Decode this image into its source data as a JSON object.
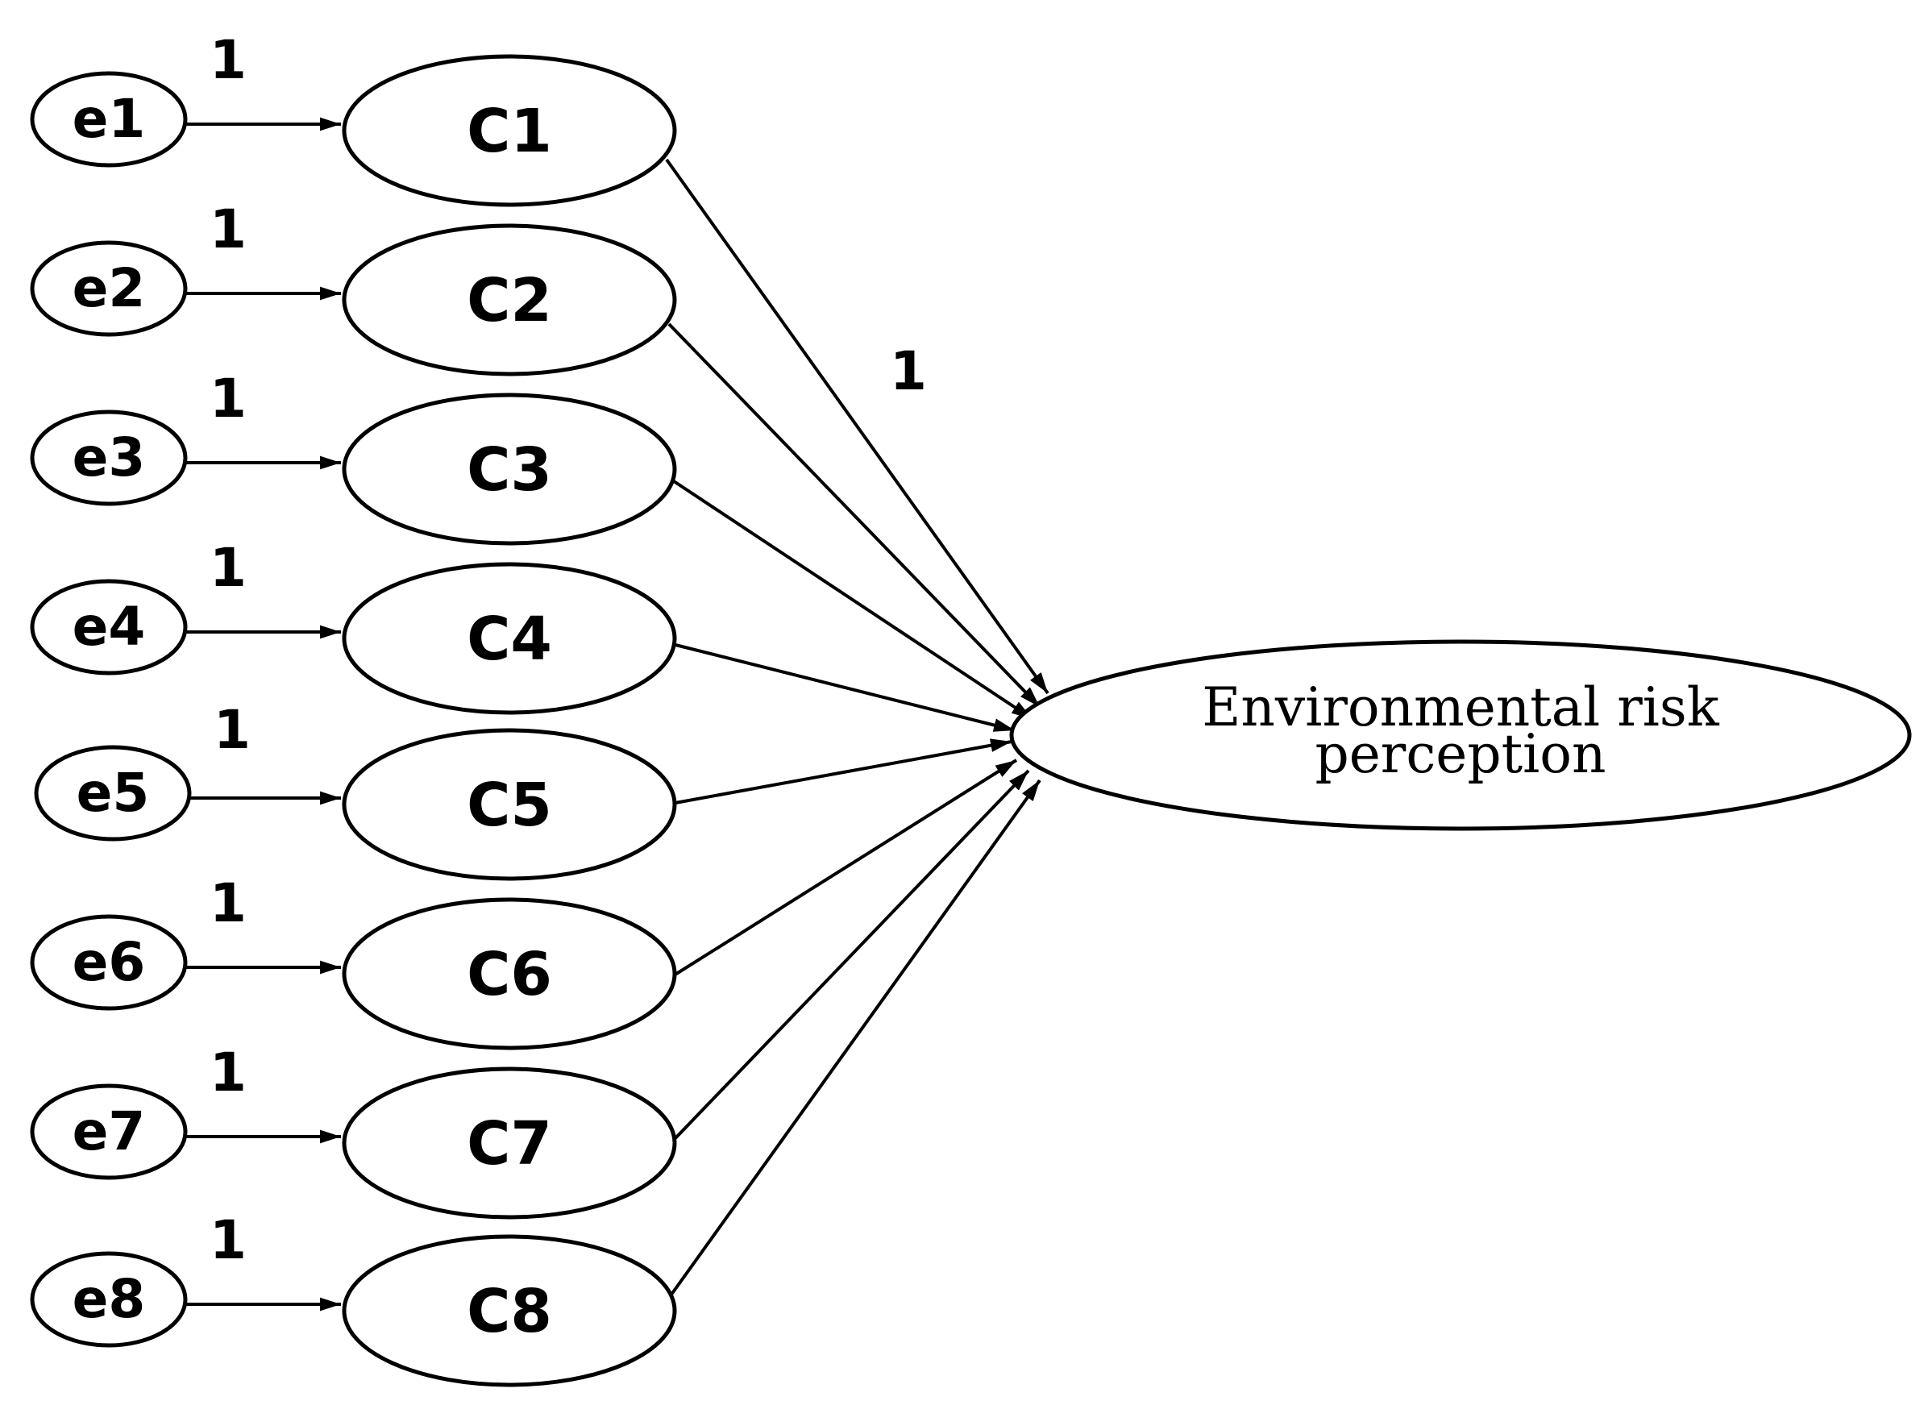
{
  "latent": {
    "label_line1": "Environmental risk",
    "label_line2": "perception"
  },
  "indicators": [
    {
      "id": "C1",
      "label": "C1",
      "error": "e1",
      "error_weight": "1"
    },
    {
      "id": "C2",
      "label": "C2",
      "error": "e2",
      "error_weight": "1"
    },
    {
      "id": "C3",
      "label": "C3",
      "error": "e3",
      "error_weight": "1"
    },
    {
      "id": "C4",
      "label": "C4",
      "error": "e4",
      "error_weight": "1"
    },
    {
      "id": "C5",
      "label": "C5",
      "error": "e5",
      "error_weight": "1"
    },
    {
      "id": "C6",
      "label": "C6",
      "error": "e6",
      "error_weight": "1"
    },
    {
      "id": "C7",
      "label": "C7",
      "error": "e7",
      "error_weight": "1"
    },
    {
      "id": "C8",
      "label": "C8",
      "error": "e8",
      "error_weight": "1"
    }
  ],
  "fixed_path_weight": "1",
  "colors": {
    "stroke": "#000000",
    "background": "#ffffff"
  }
}
